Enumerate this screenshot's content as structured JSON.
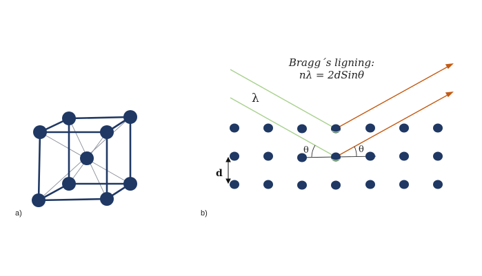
{
  "panel_a": {
    "label": "a)"
  },
  "panel_b": {
    "label": "b)",
    "title": "Bragg´s ligning:",
    "formula": "nλ = 2dSinθ",
    "lambda_symbol": "λ",
    "theta_symbol": "θ",
    "d_symbol": "d"
  },
  "colors": {
    "atom": "#1f3864",
    "cube_edge": "#1f3864",
    "body_diagonal": "#8a8f99",
    "incident_ray": "#a9d18e",
    "reflected_ray": "#c55a11",
    "text": "#222222"
  }
}
